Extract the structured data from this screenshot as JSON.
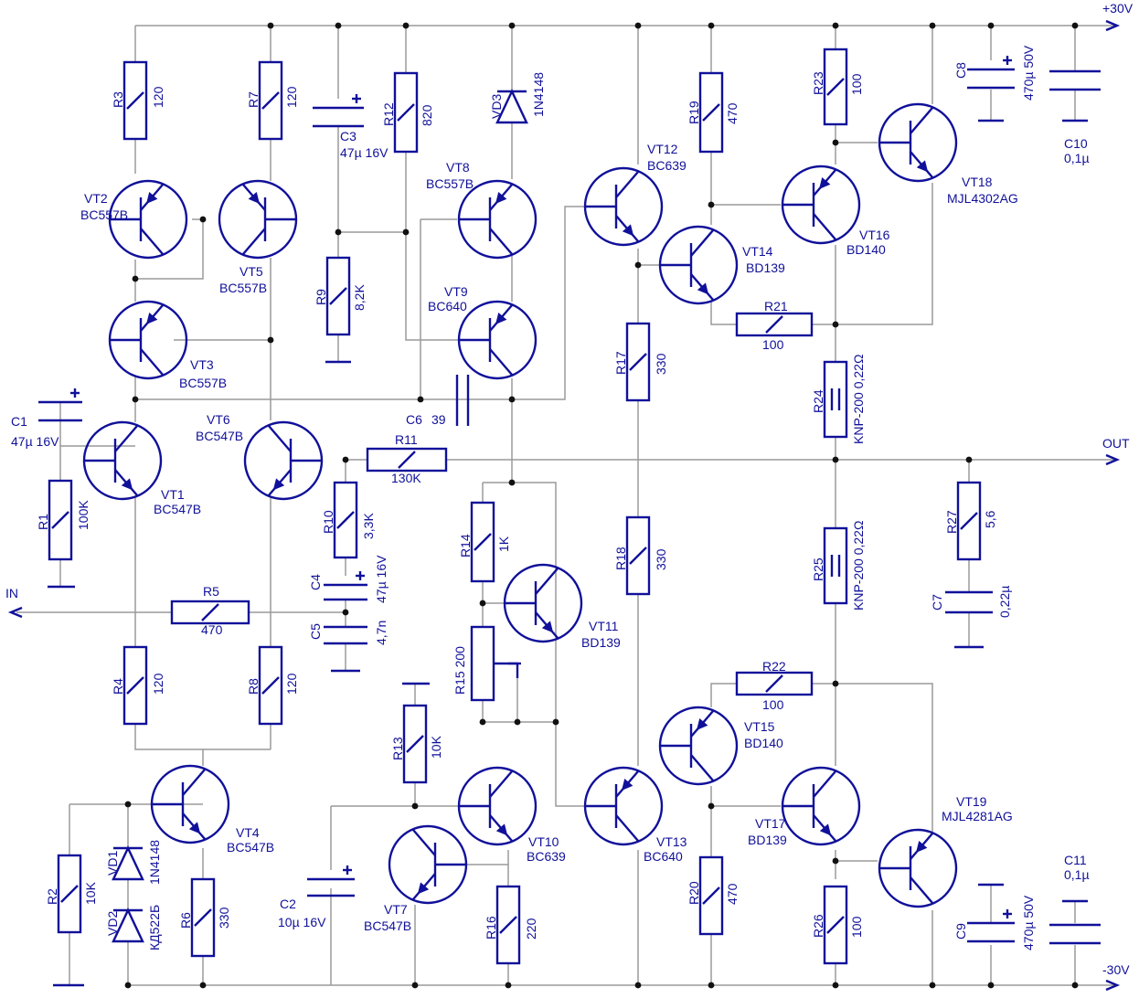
{
  "rails": {
    "positive": "+30V",
    "negative": "-30V",
    "input": "IN",
    "output": "OUT"
  },
  "components": {
    "R1": {
      "ref": "R1",
      "value": "100K"
    },
    "R2": {
      "ref": "R2",
      "value": "10K"
    },
    "R3": {
      "ref": "R3",
      "value": "120"
    },
    "R4": {
      "ref": "R4",
      "value": "120"
    },
    "R5": {
      "ref": "R5",
      "value": "470"
    },
    "R6": {
      "ref": "R6",
      "value": "330"
    },
    "R7": {
      "ref": "R7",
      "value": "120"
    },
    "R8": {
      "ref": "R8",
      "value": "120"
    },
    "R9": {
      "ref": "R9",
      "value": "8,2K"
    },
    "R10": {
      "ref": "R10",
      "value": "3,3K"
    },
    "R11": {
      "ref": "R11",
      "value": "130K"
    },
    "R12": {
      "ref": "R12",
      "value": "820"
    },
    "R13": {
      "ref": "R13",
      "value": "10K"
    },
    "R14": {
      "ref": "R14",
      "value": "1K"
    },
    "R15": {
      "ref": "R15 200",
      "value": ""
    },
    "R16": {
      "ref": "R16",
      "value": "220"
    },
    "R17": {
      "ref": "R17",
      "value": "330"
    },
    "R18": {
      "ref": "R18",
      "value": "330"
    },
    "R19": {
      "ref": "R19",
      "value": "470"
    },
    "R20": {
      "ref": "R20",
      "value": "470"
    },
    "R21": {
      "ref": "R21",
      "value": "100"
    },
    "R22": {
      "ref": "R22",
      "value": "100"
    },
    "R23": {
      "ref": "R23",
      "value": "100"
    },
    "R24": {
      "ref": "R24",
      "value": "KNP-200 0,22Ω"
    },
    "R25": {
      "ref": "R25",
      "value": "KNP-200 0,22Ω"
    },
    "R26": {
      "ref": "R26",
      "value": "100"
    },
    "R27": {
      "ref": "R27",
      "value": "5,6"
    },
    "C1": {
      "ref": "C1",
      "value": "47µ 16V"
    },
    "C2": {
      "ref": "C2",
      "value": "10µ 16V"
    },
    "C3": {
      "ref": "C3",
      "value": "47µ 16V"
    },
    "C4": {
      "ref": "C4",
      "value": "47µ 16V"
    },
    "C5": {
      "ref": "C5",
      "value": "4,7n"
    },
    "C6": {
      "ref": "C6",
      "value": "39"
    },
    "C7": {
      "ref": "C7",
      "value": "0,22µ"
    },
    "C8": {
      "ref": "C8",
      "value": "470µ 50V"
    },
    "C9": {
      "ref": "C9",
      "value": "470µ 50V"
    },
    "C10": {
      "ref": "C10",
      "value": "0,1µ"
    },
    "C11": {
      "ref": "C11",
      "value": "0,1µ"
    },
    "VD1": {
      "ref": "VD1",
      "value": "1N4148"
    },
    "VD2": {
      "ref": "VD2",
      "value": "КД522Б"
    },
    "VD3": {
      "ref": "VD3",
      "value": "1N4148"
    },
    "VT1": {
      "ref": "VT1",
      "value": "BC547B"
    },
    "VT2": {
      "ref": "VT2",
      "value": "BC557B"
    },
    "VT3": {
      "ref": "VT3",
      "value": "BC557B"
    },
    "VT4": {
      "ref": "VT4",
      "value": "BC547B"
    },
    "VT5": {
      "ref": "VT5",
      "value": "BC557B"
    },
    "VT6": {
      "ref": "VT6",
      "value": "BC547B"
    },
    "VT7": {
      "ref": "VT7",
      "value": "BC547B"
    },
    "VT8": {
      "ref": "VT8",
      "value": "BC557B"
    },
    "VT9": {
      "ref": "VT9",
      "value": "BC640"
    },
    "VT10": {
      "ref": "VT10",
      "value": "BC639"
    },
    "VT11": {
      "ref": "VT11",
      "value": "BD139"
    },
    "VT12": {
      "ref": "VT12",
      "value": "BC639"
    },
    "VT13": {
      "ref": "VT13",
      "value": "BC640"
    },
    "VT14": {
      "ref": "VT14",
      "value": "BD139"
    },
    "VT15": {
      "ref": "VT15",
      "value": "BD140"
    },
    "VT16": {
      "ref": "VT16",
      "value": "BD140"
    },
    "VT17": {
      "ref": "VT17",
      "value": "BD139"
    },
    "VT18": {
      "ref": "VT18",
      "value": "MJL4302AG"
    },
    "VT19": {
      "ref": "VT19",
      "value": "MJL4281AG"
    }
  }
}
